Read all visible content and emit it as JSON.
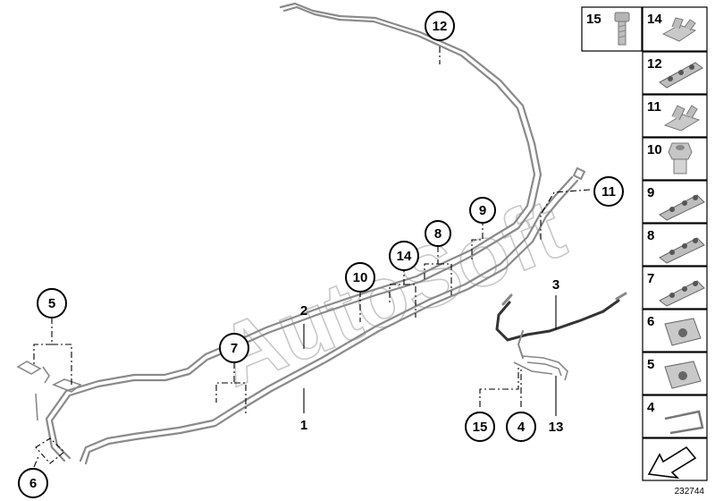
{
  "watermark": "AutoSoft",
  "drawing_id": "232744",
  "callouts": {
    "c12": "12",
    "c11": "11",
    "c9": "9",
    "c8": "8",
    "c14": "14",
    "c10": "10",
    "c7": "7",
    "c5": "5",
    "c6": "6",
    "c15": "15",
    "c4": "4"
  },
  "labels": {
    "l1": "1",
    "l2": "2",
    "l3": "3",
    "l13": "13"
  },
  "parts_panel": {
    "top": [
      {
        "number": "15",
        "icon": "bolt-icon"
      },
      {
        "number": "14",
        "icon": "clip-icon"
      }
    ],
    "items": [
      {
        "number": "12",
        "icon": "pipe-holder-icon"
      },
      {
        "number": "11",
        "icon": "clip-icon"
      },
      {
        "number": "10",
        "icon": "nut-icon"
      },
      {
        "number": "9",
        "icon": "pipe-holder-icon"
      },
      {
        "number": "8",
        "icon": "pipe-holder-icon"
      },
      {
        "number": "7",
        "icon": "pipe-holder-icon"
      },
      {
        "number": "6",
        "icon": "pipe-clamp-icon"
      },
      {
        "number": "5",
        "icon": "pipe-clamp-icon"
      },
      {
        "number": "4",
        "icon": "spring-clip-icon"
      },
      {
        "number": "",
        "icon": "arrow-icon"
      }
    ]
  }
}
